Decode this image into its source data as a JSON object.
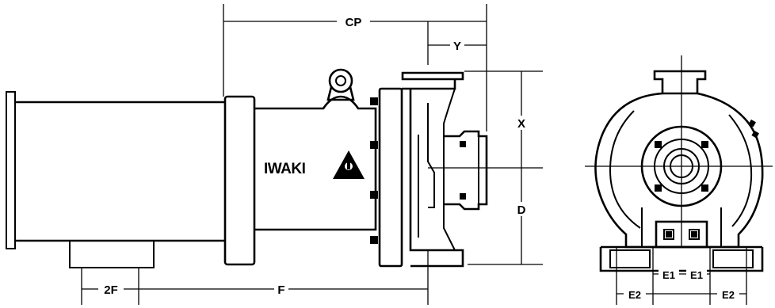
{
  "brand": {
    "name": "IWAKI"
  },
  "dimensions": {
    "cp": "CP",
    "y": "Y",
    "x": "X",
    "d": "D",
    "two_f": "2F",
    "f": "F",
    "e1_left": "E1",
    "e1_right": "E1",
    "e2_left": "E2",
    "e2_right": "E2"
  }
}
